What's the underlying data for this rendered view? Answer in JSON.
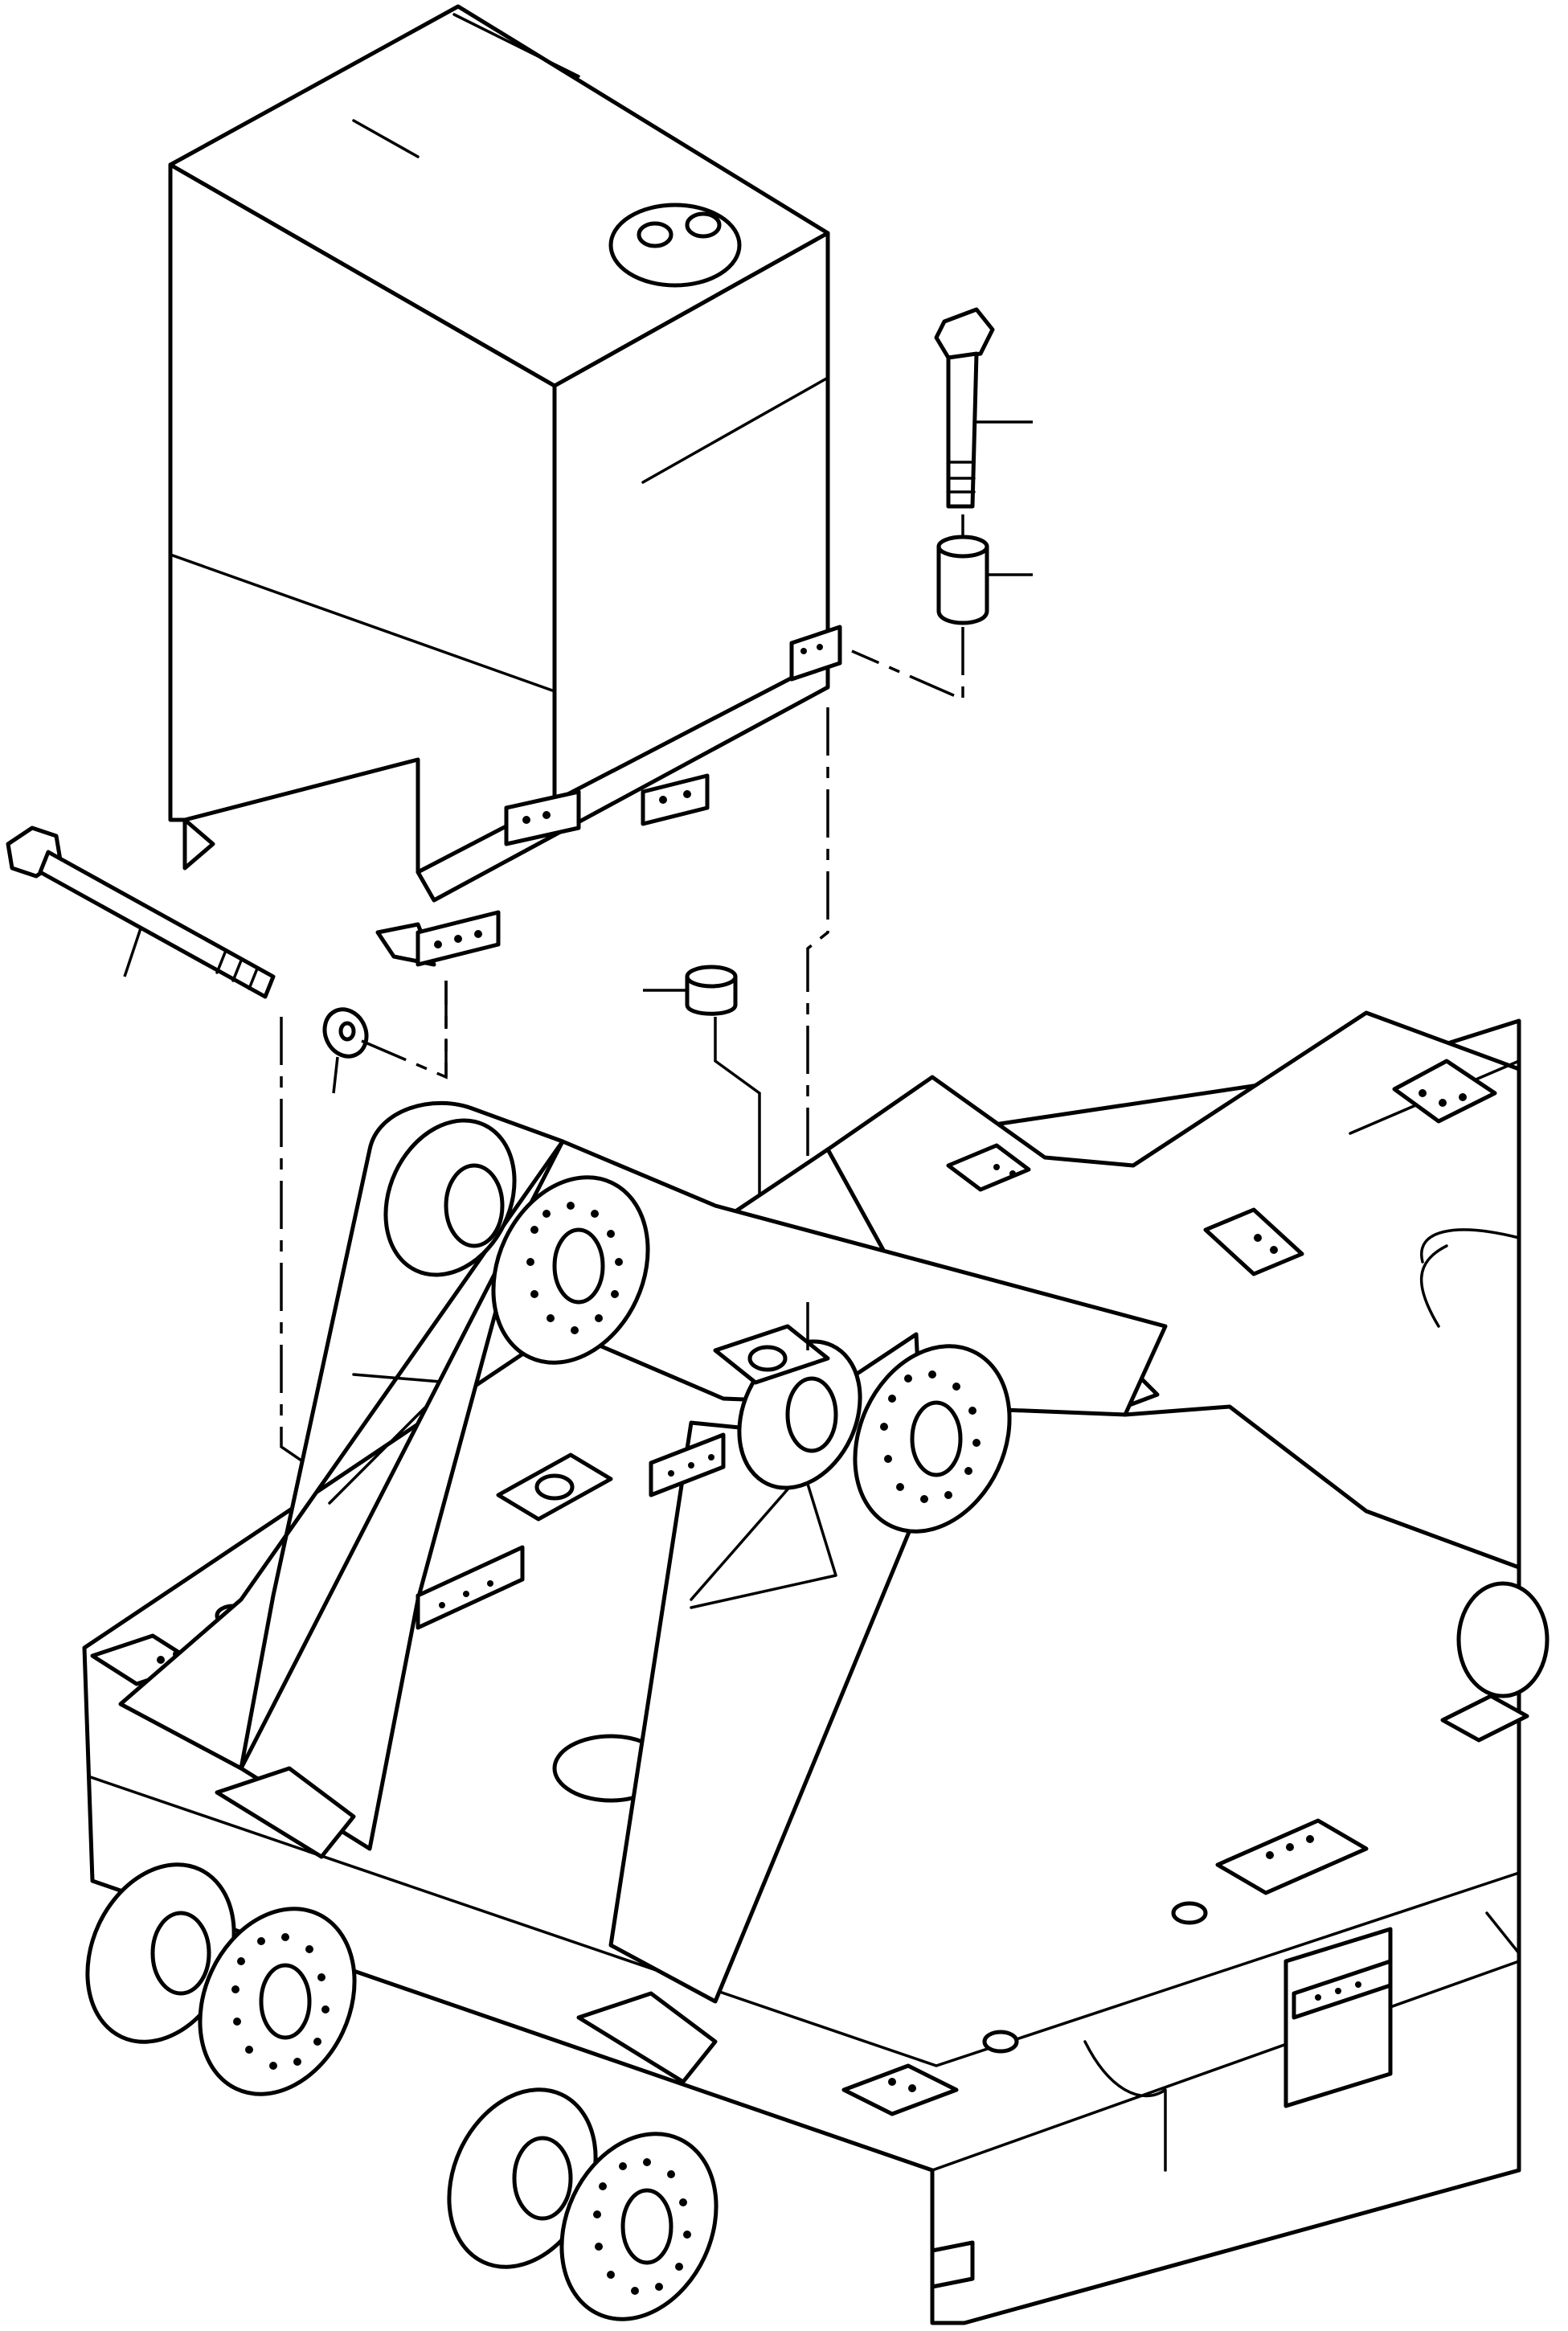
{
  "colors": {
    "ink": "#000000",
    "paper": "#ffffff"
  },
  "drawing": {
    "parts": [
      {
        "name": "tank"
      },
      {
        "name": "bolt-short"
      },
      {
        "name": "spacer"
      },
      {
        "name": "bolt-long"
      },
      {
        "name": "washer"
      },
      {
        "name": "cap"
      },
      {
        "name": "frame"
      }
    ]
  }
}
